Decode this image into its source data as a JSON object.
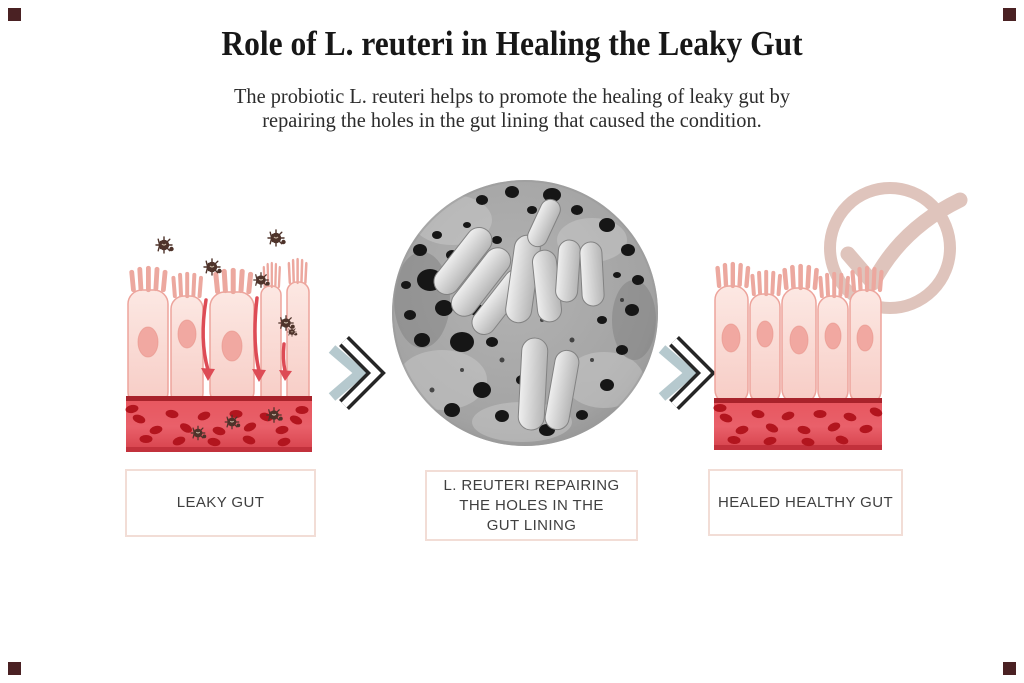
{
  "title": "Role of L. reuteri in Healing the Leaky Gut",
  "subtitle": [
    "The probiotic L. reuteri helps to promote the healing of leaky gut by",
    "repairing the holes in the gut lining that caused the condition."
  ],
  "panel_labels": {
    "leaky": [
      "LEAKY GUT"
    ],
    "reuteri": [
      "L. REUTERI REPAIRING",
      "THE HOLES IN THE",
      "GUT LINING"
    ],
    "healed": [
      "HEALED HEALTHY GUT"
    ]
  },
  "icons": {
    "step_arrow": "double-chevron-right",
    "success": "checkmark-circle",
    "pathogen": "germ-particle"
  },
  "colors": {
    "background": "#ffffff",
    "title_text": "#171717",
    "subtitle_text": "#2c2c2c",
    "label_text": "#404040",
    "label_border": "#f2ddd6",
    "corner_square": "#4a2123",
    "chevron_dark": "#262626",
    "chevron_accent": "#b6c9ce",
    "checkmark": "#dfc4bc",
    "cell_pink": "#f8d2cb",
    "cell_outline": "#eda49c",
    "nucleus_pink": "#f1a8a1",
    "vessel_red": "#e4505a",
    "vessel_edge_red": "#a8232b",
    "blood_cell_red": "#b2151e",
    "germ_brown": "#4e332a",
    "leak_arrow_red": "#dd4b55",
    "micrograph_gray": "#a3a3a3"
  }
}
